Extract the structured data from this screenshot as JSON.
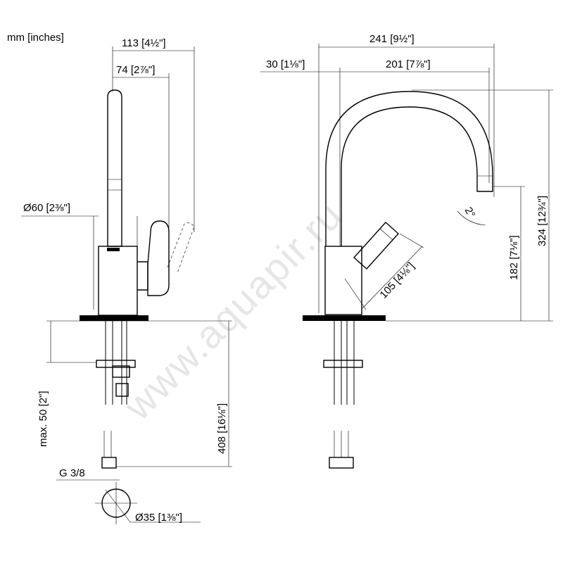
{
  "units_label": "mm [inches]",
  "watermark": "www.aquapir.ru",
  "side_view": {
    "dim_width_total": "113 [4½\"]",
    "dim_width_lever": "74 [2⅞\"]",
    "dim_body_diameter": "Ø60 [2⅜\"]",
    "dim_max_thickness": "max. 50 [2\"]",
    "dim_total_length": "408 [16⅛\"]",
    "dim_thread": "G 3/8",
    "dim_hole_diameter": "Ø35 [1⅜\"]"
  },
  "front_view": {
    "dim_total_reach": "241 [9½\"]",
    "dim_offset": "30 [1⅛\"]",
    "dim_spout_reach": "201 [7⅞\"]",
    "dim_spout_angle": "2°",
    "dim_total_height": "324 [12¾\"]",
    "dim_outlet_height": "182 [7⅛\"]",
    "dim_lever_length": "105 [4⅛\"]"
  }
}
